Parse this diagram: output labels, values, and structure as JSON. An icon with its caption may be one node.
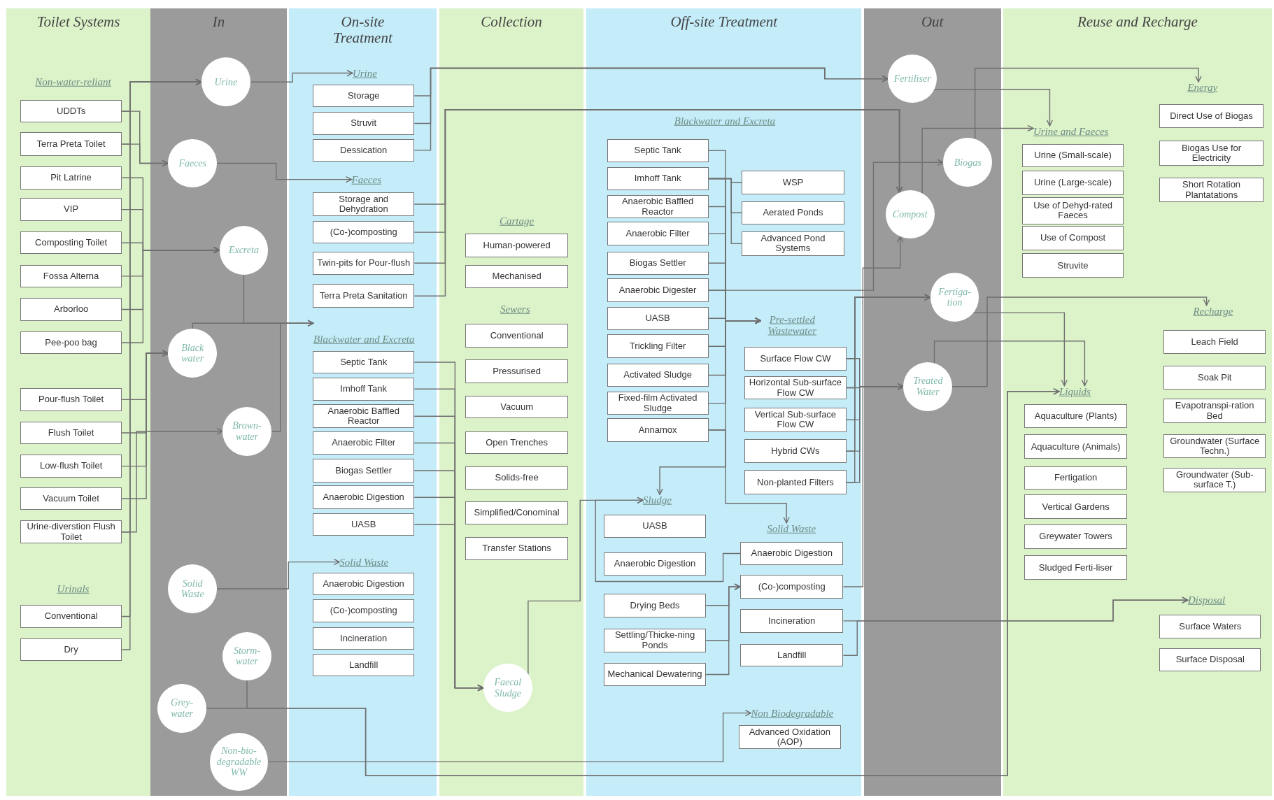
{
  "diagram": {
    "nodes": [
      {
        "text": [
          "Toilet Systems"
        ]
      },
      {
        "text": [
          "In"
        ]
      },
      {
        "text": [
          "On-site Treatment"
        ]
      },
      {
        "text": [
          "Collection"
        ]
      },
      {
        "text": [
          "Off-site Treatment"
        ]
      },
      {
        "text": [
          "Out"
        ]
      },
      {
        "text": [
          "Reuse and Recharge"
        ]
      },
      {
        "text": [
          "UDDTs"
        ],
        "in": 0
      },
      {
        "text": [
          "Terra Preta Toilet"
        ],
        "in": 0
      },
      {
        "text": [
          "Pit Latrine"
        ],
        "in": 0
      },
      {
        "text": [
          "VIP"
        ],
        "in": 0
      },
      {
        "text": [
          "Composting Toilet"
        ],
        "in": 0
      },
      {
        "text": [
          "Fossa Alterna"
        ],
        "in": 0
      },
      {
        "text": [
          "Arborloo"
        ],
        "in": 0
      },
      {
        "text": [
          "Pee-poo bag"
        ],
        "in": 0
      },
      {
        "text": [
          "Pour-flush Toilet"
        ],
        "in": 0
      },
      {
        "text": [
          "Flush Toilet"
        ],
        "in": 0
      },
      {
        "text": [
          "Low-flush Toilet"
        ],
        "in": 0
      },
      {
        "text": [
          "Vacuum Toilet"
        ],
        "in": 0
      },
      {
        "text": [
          "Urine-diverstion Flush Toilet"
        ],
        "in": 0
      },
      {
        "text": [
          "Conventional"
        ],
        "in": 0
      },
      {
        "text": [
          "Dry"
        ],
        "in": 0
      },
      {
        "text": [
          "Urine"
        ],
        "in": 1
      },
      {
        "text": [
          "Faeces"
        ],
        "in": 1
      },
      {
        "text": [
          "Excreta"
        ],
        "in": 1
      },
      {
        "text": [
          "Black water"
        ],
        "in": 1
      },
      {
        "text": [
          "Brown-water"
        ],
        "in": 1
      },
      {
        "text": [
          "Solid Waste"
        ],
        "in": 1
      },
      {
        "text": [
          "Storm-water"
        ],
        "in": 1
      },
      {
        "text": [
          "Grey-water"
        ],
        "in": 1
      },
      {
        "text": [
          "Non-bio-degradable WW"
        ],
        "in": 1
      },
      {
        "text": [
          "Urine"
        ],
        "in": 2
      },
      {
        "text": [
          "Storage"
        ],
        "in": 2
      },
      {
        "text": [
          "Struvit"
        ],
        "in": 2
      },
      {
        "text": [
          "Dessication"
        ],
        "in": 2
      },
      {
        "text": [
          "Faeces"
        ],
        "in": 2
      },
      {
        "text": [
          "Storage and Dehydration"
        ],
        "in": 2
      },
      {
        "text": [
          "(Co-)composting"
        ],
        "in": 2
      },
      {
        "text": [
          "Twin-pits for Pour-flush"
        ],
        "in": 2
      },
      {
        "text": [
          "Terra Preta Sanitation"
        ],
        "in": 2
      },
      {
        "text": [
          "Blackwater and Excreta"
        ],
        "in": 2
      },
      {
        "text": [
          "Septic Tank"
        ],
        "in": 2
      },
      {
        "text": [
          "Imhoff Tank"
        ],
        "in": 2
      },
      {
        "text": [
          "Anaerobic Baffled Reactor"
        ],
        "in": 2
      },
      {
        "text": [
          "Anaerobic Filter"
        ],
        "in": 2
      },
      {
        "text": [
          "Biogas Settler"
        ],
        "in": 2
      },
      {
        "text": [
          "Anaerobic Digestion"
        ],
        "in": 2
      },
      {
        "text": [
          "UASB"
        ],
        "in": 2
      },
      {
        "text": [
          "Solid Waste"
        ],
        "in": 2
      },
      {
        "text": [
          "Anaerobic Digestion"
        ],
        "in": 2
      },
      {
        "text": [
          "(Co-)composting"
        ],
        "in": 2
      },
      {
        "text": [
          "Incineration"
        ],
        "in": 2
      },
      {
        "text": [
          "Landfill"
        ],
        "in": 2
      },
      {
        "text": [
          "Human-powered"
        ],
        "in": 3
      },
      {
        "text": [
          "Mechanised"
        ],
        "in": 3
      },
      {
        "text": [
          "Conventional"
        ],
        "in": 3
      },
      {
        "text": [
          "Pressurised"
        ],
        "in": 3
      },
      {
        "text": [
          "Vacuum"
        ],
        "in": 3
      },
      {
        "text": [
          "Open Trenches"
        ],
        "in": 3
      },
      {
        "text": [
          "Solids-free"
        ],
        "in": 3
      },
      {
        "text": [
          "Simplified/Conominal"
        ],
        "in": 3
      },
      {
        "text": [
          "Transfer Stations"
        ],
        "in": 3
      },
      {
        "text": [
          "Faecal Sludge"
        ],
        "in": 3
      },
      {
        "text": [
          "Septic Tank"
        ],
        "in": 4
      },
      {
        "text": [
          "Imhoff Tank"
        ],
        "in": 4
      },
      {
        "text": [
          "Anaerobic Baffled Reactor"
        ],
        "in": 4
      },
      {
        "text": [
          "Anaerobic Filter"
        ],
        "in": 4
      },
      {
        "text": [
          "Biogas Settler"
        ],
        "in": 4
      },
      {
        "text": [
          "Anaerobic Digester"
        ],
        "in": 4
      },
      {
        "text": [
          "UASB"
        ],
        "in": 4
      },
      {
        "text": [
          "Trickling Filter"
        ],
        "in": 4
      },
      {
        "text": [
          "Activated Sludge"
        ],
        "in": 4
      },
      {
        "text": [
          "Fixed-film Activated Sludge"
        ],
        "in": 4
      },
      {
        "text": [
          "Annamox"
        ],
        "in": 4
      },
      {
        "text": [
          "WSP"
        ],
        "in": 4
      },
      {
        "text": [
          "Aerated Ponds"
        ],
        "in": 4
      },
      {
        "text": [
          "Advanced Pond Systems"
        ],
        "in": 4
      },
      {
        "text": [
          "Pre-settled Wastewater"
        ],
        "in": 4
      },
      {
        "text": [
          "Surface Flow CW"
        ],
        "in": 4
      },
      {
        "text": [
          "Horizontal Sub-surface Flow CW"
        ],
        "in": 4
      },
      {
        "text": [
          "Vertical Sub-surface Flow CW"
        ],
        "in": 4
      },
      {
        "text": [
          "Hybrid CWs"
        ],
        "in": 4
      },
      {
        "text": [
          "Non-planted Filters"
        ],
        "in": 4
      },
      {
        "text": [
          "Sludge"
        ],
        "in": 4
      },
      {
        "text": [
          "UASB"
        ],
        "in": 4
      },
      {
        "text": [
          "Anaerobic Digestion"
        ],
        "in": 4
      },
      {
        "text": [
          "Drying Beds"
        ],
        "in": 4
      },
      {
        "text": [
          "Settling/Thicke-ning Ponds"
        ],
        "in": 4
      },
      {
        "text": [
          "Mechanical Dewatering"
        ],
        "in": 4
      },
      {
        "text": [
          "Solid Waste"
        ],
        "in": 4
      },
      {
        "text": [
          "Anaerobic Digestion"
        ],
        "in": 4
      },
      {
        "text": [
          "(Co-)composting"
        ],
        "in": 4
      },
      {
        "text": [
          "Incineration"
        ],
        "in": 4
      },
      {
        "text": [
          "Landfill"
        ],
        "in": 4
      },
      {
        "text": [
          "Non Biodegradable"
        ],
        "in": 4
      },
      {
        "text": [
          "Advanced Oxidation (AOP)"
        ],
        "in": 4
      },
      {
        "text": [
          "Fertiliser"
        ],
        "in": 5
      },
      {
        "text": [
          "Biogas"
        ],
        "in": 5
      },
      {
        "text": [
          "Compost"
        ],
        "in": 5
      },
      {
        "text": [
          "Fertiga-tion"
        ],
        "in": 5
      },
      {
        "text": [
          "Treated Water"
        ],
        "in": 5
      },
      {
        "text": [
          "Energy"
        ],
        "in": 6
      },
      {
        "text": [
          "Direct Use of Biogas"
        ],
        "in": 6
      },
      {
        "text": [
          "Biogas Use for Electricity"
        ],
        "in": 6
      },
      {
        "text": [
          "Short Rotation Plantatations"
        ],
        "in": 6
      },
      {
        "text": [
          "Urine and Faeces"
        ],
        "in": 6
      },
      {
        "text": [
          "Urine (Small-scale)"
        ],
        "in": 6
      },
      {
        "text": [
          "Urine (Large-scale)"
        ],
        "in": 6
      },
      {
        "text": [
          "Use of Dehyd-rated Faeces"
        ],
        "in": 6
      },
      {
        "text": [
          "Use of Compost"
        ],
        "in": 6
      },
      {
        "text": [
          "Struvite"
        ],
        "in": 6
      },
      {
        "text": [
          "Recharge"
        ],
        "in": 6
      },
      {
        "text": [
          "Leach Field"
        ],
        "in": 6
      },
      {
        "text": [
          "Soak Pit"
        ],
        "in": 6
      },
      {
        "text": [
          "Evapotranspi-ration Bed"
        ],
        "in": 6
      },
      {
        "text": [
          "Groundwater (Surface Techn.)"
        ],
        "in": 6
      },
      {
        "text": [
          "Groundwater (Sub-surface T.)"
        ],
        "in": 6
      },
      {
        "text": [
          "Liquids"
        ],
        "in": 6
      },
      {
        "text": [
          "Aquaculture (Plants)"
        ],
        "in": 6
      },
      {
        "text": [
          "Aquaculture (Animals)"
        ],
        "in": 6
      },
      {
        "text": [
          "Fertigation"
        ],
        "in": 6
      },
      {
        "text": [
          "Vertical Gardens"
        ],
        "in": 6
      },
      {
        "text": [
          "Greywater Towers"
        ],
        "in": 6
      },
      {
        "text": [
          "Sludged Ferti-liser"
        ],
        "in": 6
      },
      {
        "text": [
          "Disposal"
        ],
        "in": 6
      },
      {
        "text": [
          "Surface Waters"
        ],
        "in": 6
      },
      {
        "text": [
          "Surface Disposal"
        ],
        "in": 6
      }
    ],
    "edges": [
      {
        "from": 7,
        "to": 22,
        "arrow": "to"
      },
      {
        "from": 8,
        "to": 22,
        "arrow": "to"
      },
      {
        "from": 19,
        "to": 22,
        "arrow": "to"
      },
      {
        "from": 20,
        "to": 22,
        "arrow": "to"
      },
      {
        "from": 21,
        "to": 22,
        "arrow": "to"
      },
      {
        "from": 7,
        "to": 23,
        "arrow": "to"
      },
      {
        "from": 8,
        "to": 23,
        "arrow": "to"
      },
      {
        "from": 9,
        "to": 24,
        "arrow": "to"
      },
      {
        "from": 10,
        "to": 24,
        "arrow": "to"
      },
      {
        "from": 11,
        "to": 24,
        "arrow": "to"
      },
      {
        "from": 12,
        "to": 24,
        "arrow": "to"
      },
      {
        "from": 13,
        "to": 24,
        "arrow": "to"
      },
      {
        "from": 14,
        "to": 24,
        "arrow": "to"
      },
      {
        "from": 15,
        "to": 25,
        "arrow": "to"
      },
      {
        "from": 16,
        "to": 25,
        "arrow": "to"
      },
      {
        "from": 17,
        "to": 25,
        "arrow": "to"
      },
      {
        "from": 18,
        "to": 25,
        "arrow": "to"
      },
      {
        "from": 19,
        "to": 26,
        "arrow": "to"
      },
      {
        "from": 22,
        "to": 31,
        "arrow": "to"
      },
      {
        "from": 23,
        "to": 35,
        "arrow": "to"
      },
      {
        "from": 24,
        "to": 40,
        "arrow": "to"
      },
      {
        "from": 25,
        "to": 40,
        "arrow": "to"
      },
      {
        "from": 26,
        "to": 40,
        "arrow": "to"
      },
      {
        "from": 27,
        "to": 48,
        "arrow": "to"
      },
      {
        "from": 29,
        "to": 117,
        "arrow": "to"
      },
      {
        "from": 28,
        "to": 117,
        "arrow": "to"
      },
      {
        "from": 30,
        "to": 94,
        "arrow": "to"
      },
      {
        "from": 32,
        "to": 96,
        "arrow": "to"
      },
      {
        "from": 33,
        "to": 96,
        "arrow": "to"
      },
      {
        "from": 34,
        "to": 96,
        "arrow": "to"
      },
      {
        "from": 36,
        "to": 98,
        "arrow": "to"
      },
      {
        "from": 37,
        "to": 98,
        "arrow": "to"
      },
      {
        "from": 38,
        "to": 98,
        "arrow": "to"
      },
      {
        "from": 39,
        "to": 98,
        "arrow": "to"
      },
      {
        "from": 41,
        "to": 62,
        "arrow": "to"
      },
      {
        "from": 42,
        "to": 62,
        "arrow": "to"
      },
      {
        "from": 43,
        "to": 62,
        "arrow": "to"
      },
      {
        "from": 44,
        "to": 62,
        "arrow": "to"
      },
      {
        "from": 45,
        "to": 62,
        "arrow": "to"
      },
      {
        "from": 46,
        "to": 62,
        "arrow": "to"
      },
      {
        "from": 47,
        "to": 62,
        "arrow": "to"
      },
      {
        "from": 62,
        "to": 83,
        "arrow": "to"
      },
      {
        "from": 63,
        "to": 77,
        "arrow": "to"
      },
      {
        "from": 64,
        "to": 77,
        "arrow": "to"
      },
      {
        "from": 65,
        "to": 77,
        "arrow": "to"
      },
      {
        "from": 66,
        "to": 77,
        "arrow": "to"
      },
      {
        "from": 67,
        "to": 77,
        "arrow": "to"
      },
      {
        "from": 68,
        "to": 77,
        "arrow": "to"
      },
      {
        "from": 69,
        "to": 77,
        "arrow": "to"
      },
      {
        "from": 70,
        "to": 77,
        "arrow": "to"
      },
      {
        "from": 71,
        "to": 77,
        "arrow": "to"
      },
      {
        "from": 72,
        "to": 77,
        "arrow": "to"
      },
      {
        "from": 73,
        "to": 77,
        "arrow": "to"
      },
      {
        "from": 64,
        "to": 74,
        "arrow": "none"
      },
      {
        "from": 64,
        "to": 75,
        "arrow": "none"
      },
      {
        "from": 64,
        "to": 76,
        "arrow": "none"
      },
      {
        "from": 73,
        "to": 83,
        "arrow": "to"
      },
      {
        "from": 73,
        "to": 89,
        "arrow": "to"
      },
      {
        "from": 78,
        "to": 99,
        "arrow": "to"
      },
      {
        "from": 79,
        "to": 99,
        "arrow": "to"
      },
      {
        "from": 80,
        "to": 99,
        "arrow": "to"
      },
      {
        "from": 81,
        "to": 99,
        "arrow": "to"
      },
      {
        "from": 82,
        "to": 99,
        "arrow": "to"
      },
      {
        "from": 78,
        "to": 100,
        "arrow": "to"
      },
      {
        "from": 79,
        "to": 100,
        "arrow": "to"
      },
      {
        "from": 80,
        "to": 100,
        "arrow": "to"
      },
      {
        "from": 81,
        "to": 100,
        "arrow": "to"
      },
      {
        "from": 82,
        "to": 100,
        "arrow": "to"
      },
      {
        "from": 90,
        "to": 83,
        "arrow": "to"
      },
      {
        "from": 86,
        "to": 91,
        "arrow": "to"
      },
      {
        "from": 87,
        "to": 91,
        "arrow": "to"
      },
      {
        "from": 88,
        "to": 91,
        "arrow": "to"
      },
      {
        "from": 91,
        "to": 98,
        "arrow": "to"
      },
      {
        "from": 92,
        "to": 124,
        "arrow": "to"
      },
      {
        "from": 93,
        "to": 124,
        "arrow": "to"
      },
      {
        "from": 96,
        "to": 105,
        "arrow": "to"
      },
      {
        "from": 98,
        "to": 105,
        "arrow": "to"
      },
      {
        "from": 97,
        "to": 101,
        "arrow": "to"
      },
      {
        "from": 68,
        "to": 97,
        "arrow": "to"
      },
      {
        "from": 99,
        "to": 117,
        "arrow": "to"
      },
      {
        "from": 100,
        "to": 117,
        "arrow": "to"
      },
      {
        "from": 100,
        "to": 111,
        "arrow": "to"
      }
    ],
    "labels": [
      "Non-water-reliant",
      "Urinals",
      "Cartage",
      "Sewers",
      "Blackwater and Excreta"
    ]
  }
}
